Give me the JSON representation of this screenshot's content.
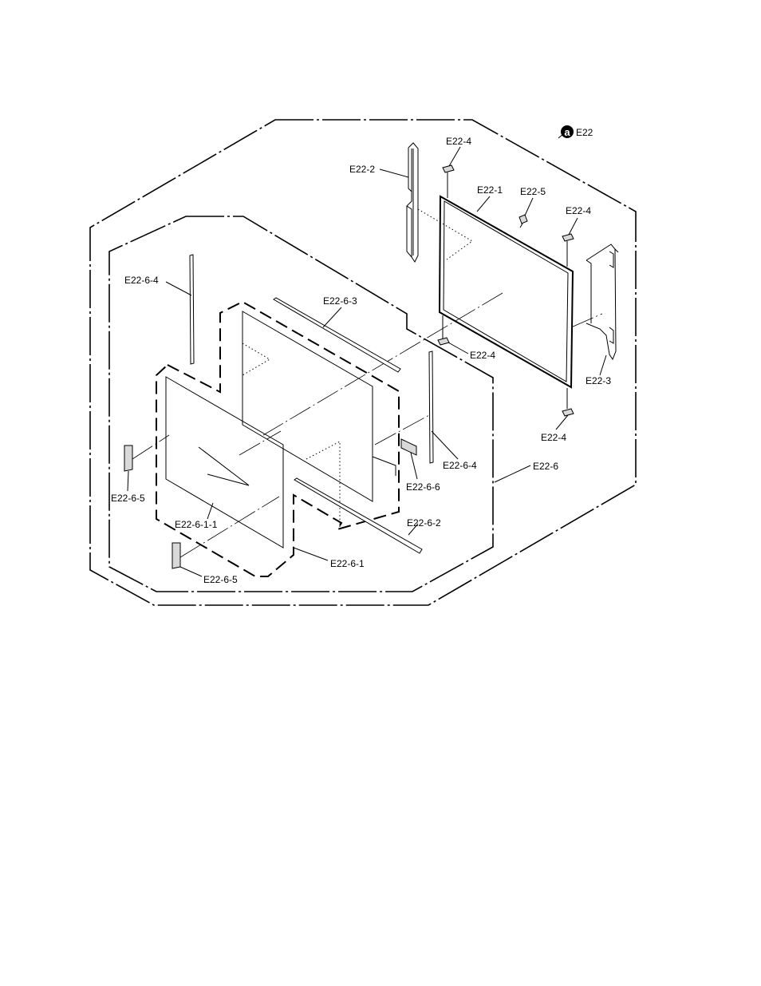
{
  "diagram": {
    "assembly_marker": "a",
    "labels": {
      "e22": "E22",
      "e22_1": "E22-1",
      "e22_2": "E22-2",
      "e22_3": "E22-3",
      "e22_4": "E22-4",
      "e22_5": "E22-5",
      "e22_6": "E22-6",
      "e22_6_1": "E22-6-1",
      "e22_6_1_1": "E22-6-1-1",
      "e22_6_2": "E22-6-2",
      "e22_6_3": "E22-6-3",
      "e22_6_4": "E22-6-4",
      "e22_6_5": "E22-6-5",
      "e22_6_6": "E22-6-6"
    }
  }
}
